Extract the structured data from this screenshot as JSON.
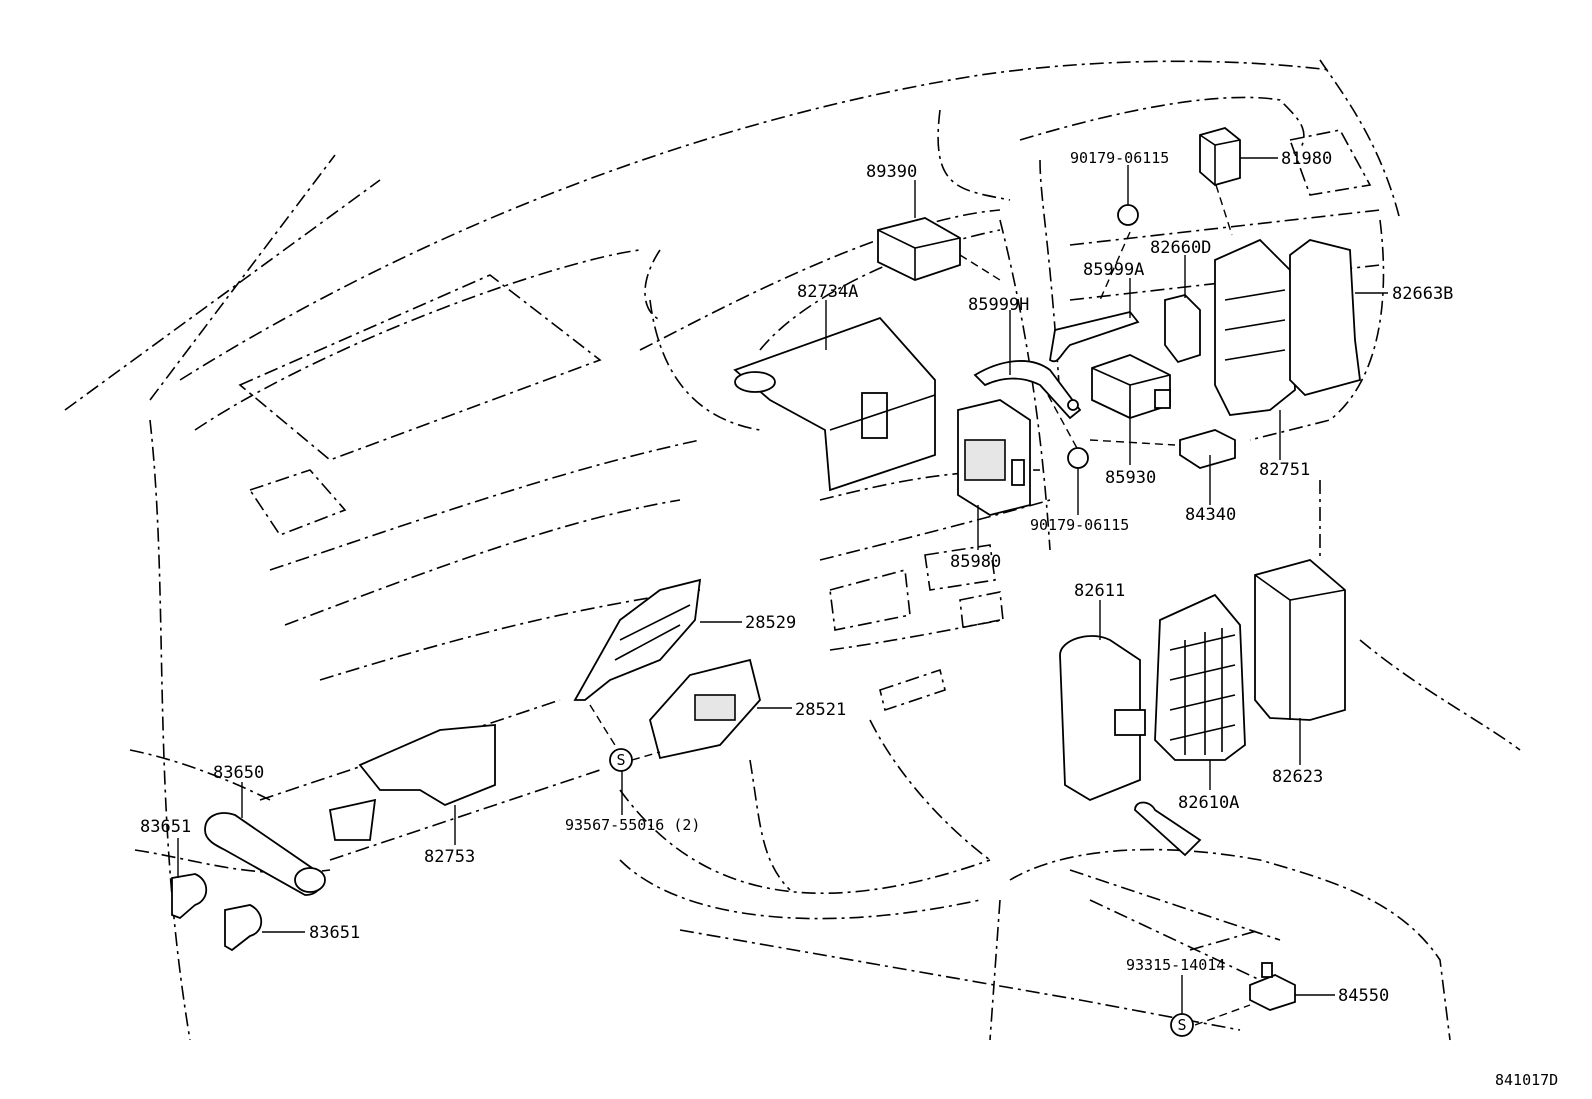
{
  "diagram": {
    "figure_id": "841017D",
    "parts": [
      {
        "key": "p89390",
        "label": "89390"
      },
      {
        "key": "p90179a",
        "label": "90179-06115"
      },
      {
        "key": "p81980",
        "label": "81980"
      },
      {
        "key": "p82734a",
        "label": "82734A"
      },
      {
        "key": "p85999h",
        "label": "85999H"
      },
      {
        "key": "p85999a",
        "label": "85999A"
      },
      {
        "key": "p82660d",
        "label": "82660D"
      },
      {
        "key": "p82663b",
        "label": "82663B"
      },
      {
        "key": "p85930",
        "label": "85930"
      },
      {
        "key": "p82751",
        "label": "82751"
      },
      {
        "key": "p84340",
        "label": "84340"
      },
      {
        "key": "p90179b",
        "label": "90179-06115"
      },
      {
        "key": "p85980",
        "label": "85980"
      },
      {
        "key": "p82611",
        "label": "82611"
      },
      {
        "key": "p28529",
        "label": "28529"
      },
      {
        "key": "p28521",
        "label": "28521"
      },
      {
        "key": "p82623",
        "label": "82623"
      },
      {
        "key": "p82610a",
        "label": "82610A"
      },
      {
        "key": "p83650",
        "label": "83650"
      },
      {
        "key": "p83651a",
        "label": "83651"
      },
      {
        "key": "p83651b",
        "label": "83651"
      },
      {
        "key": "p82753",
        "label": "82753"
      },
      {
        "key": "p93567",
        "label": "93567-55016 (2)"
      },
      {
        "key": "p93315",
        "label": "93315-14014"
      },
      {
        "key": "p84550",
        "label": "84550"
      }
    ],
    "s_marker": "S"
  }
}
